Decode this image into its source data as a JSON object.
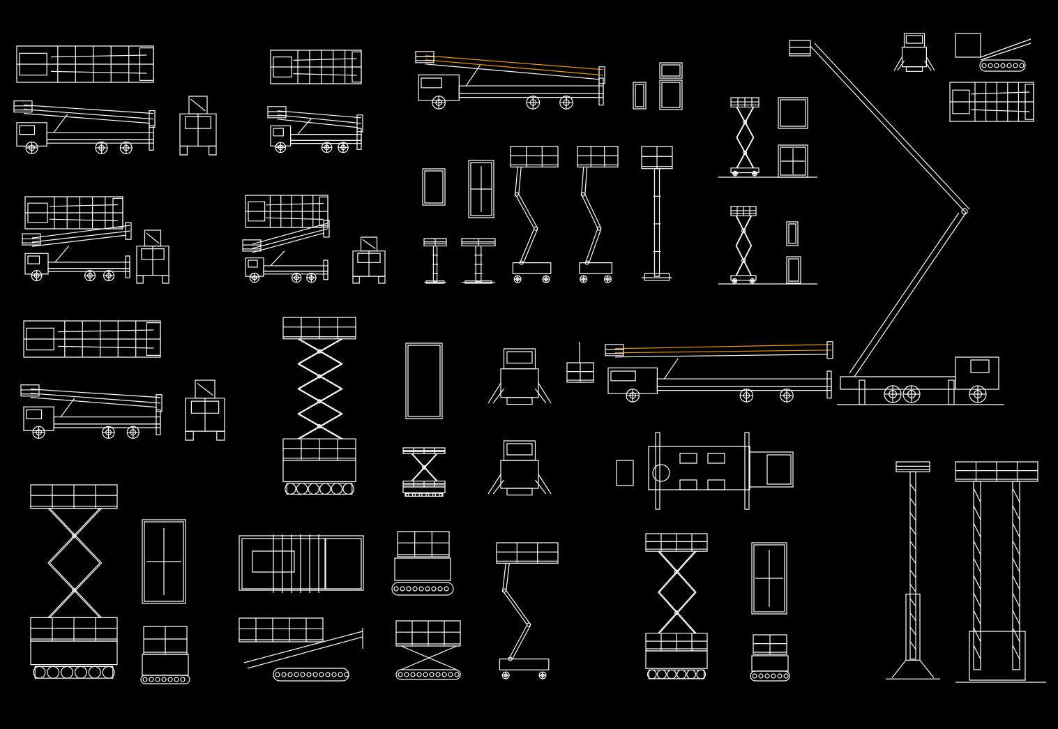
{
  "drawing": {
    "background_color": "#000000",
    "line_color": "#ffffff",
    "highlight_color": "#f0a000",
    "symbols": [
      "truck-mounted-boom-lift",
      "scissor-lift",
      "articulated-boom-lift",
      "vertical-mast-lift",
      "crawler-scissor-lift",
      "telescopic-mast-lift"
    ]
  }
}
